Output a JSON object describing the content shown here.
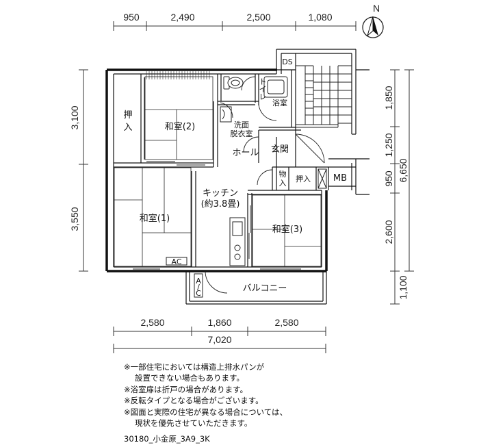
{
  "compass": {
    "label": "N"
  },
  "dimensions": {
    "top": [
      "950",
      "2,490",
      "2,500",
      "1,080"
    ],
    "left": [
      "3,100",
      "3,550"
    ],
    "right": [
      "1,850",
      "1,250",
      "950",
      "2,600",
      "1,100"
    ],
    "right_total": "6,650",
    "bottom": [
      "2,580",
      "1,860",
      "2,580"
    ],
    "bottom_total": "7,020"
  },
  "rooms": {
    "oshiire_left": "押入",
    "washitsu2": "和室(2)",
    "toilet": "トイレ",
    "bath": "浴室",
    "ds": "DS",
    "senmen": [
      "洗面",
      "脱衣室"
    ],
    "hall": "ホール",
    "genkan": "玄関",
    "monoire": "物入",
    "oshiire_mid": "押入",
    "mb": "MB",
    "kitchen": [
      "キッチン",
      "(約3.8畳)"
    ],
    "washitsu1": "和室(1)",
    "washitsu3": "和室(3)",
    "ac1": "AC",
    "ac2": "A/C",
    "balcony": "バルコニー"
  },
  "notes": [
    "※一部住宅においては構造上排水パンが",
    "設置できない場合もあります。",
    "※浴室扉は折戸の場合があります。",
    "※反転タイプとなる場合がございます。",
    "※図面と実際の住宅が異なる場合については、",
    "現状を優先させていただきます。"
  ],
  "plan_code": "30180_小金原_3A9_3K"
}
